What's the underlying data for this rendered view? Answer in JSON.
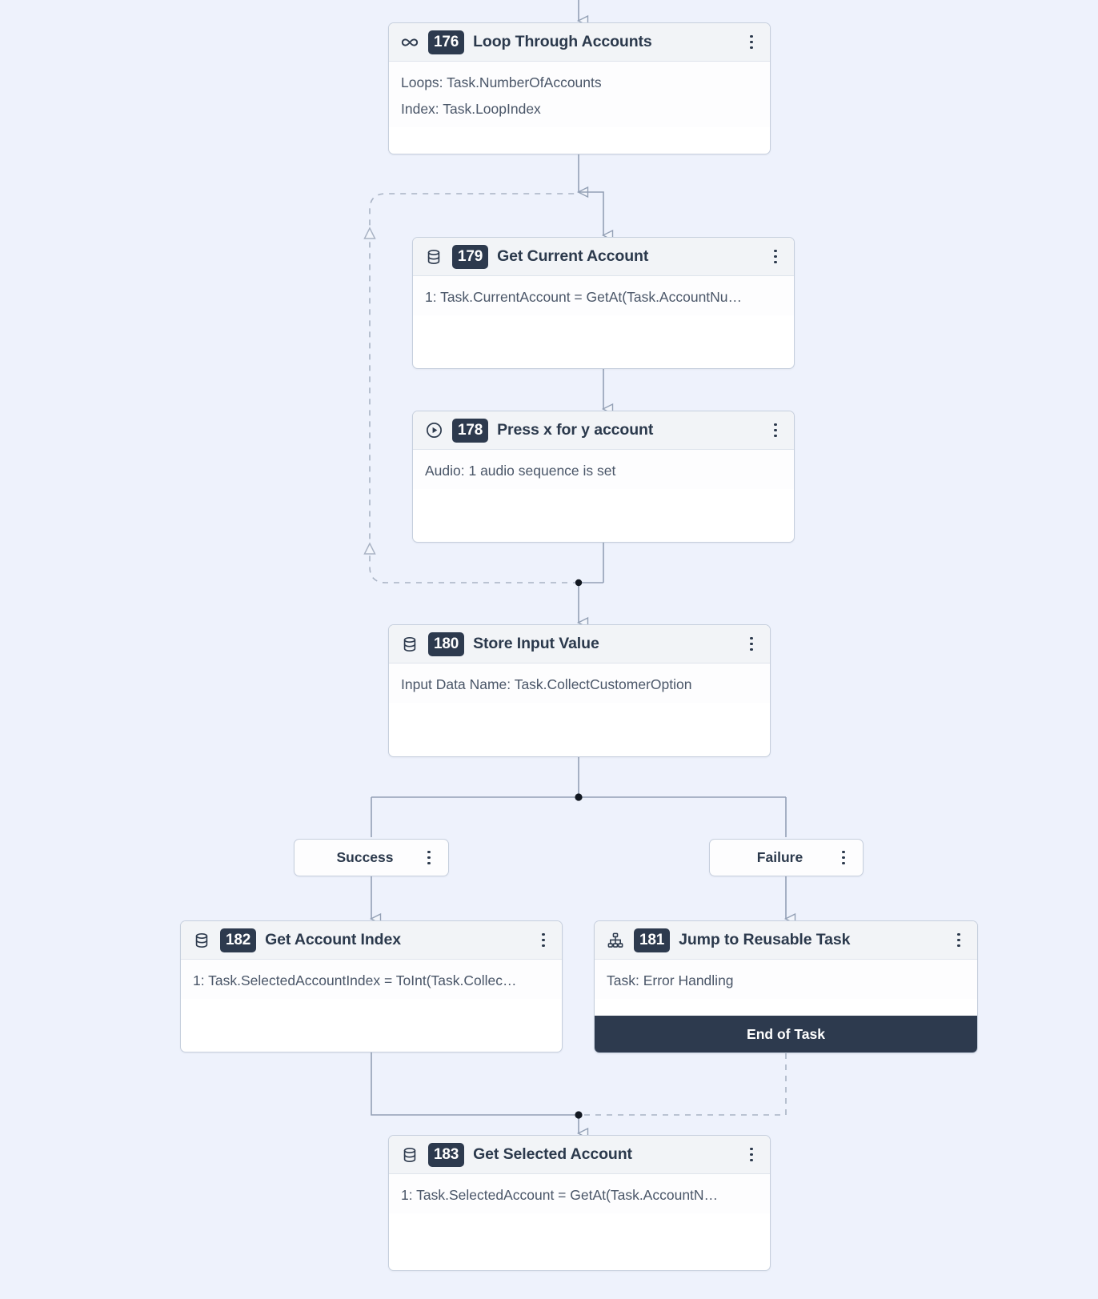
{
  "canvas": {
    "background_color": "#eef2fc",
    "edge_color": "#93a0b5",
    "accent_dark": "#2d3a4e"
  },
  "nodes": [
    {
      "id": "176",
      "icon": "infinity-icon",
      "title": "Loop Through Accounts",
      "lines": [
        "Loops: Task.NumberOfAccounts",
        "Index: Task.LoopIndex"
      ]
    },
    {
      "id": "179",
      "icon": "database-icon",
      "title": "Get Current Account",
      "lines": [
        "1: Task.CurrentAccount = GetAt(Task.AccountNu…"
      ]
    },
    {
      "id": "178",
      "icon": "play-circle-icon",
      "title": "Press x for y account",
      "lines": [
        "Audio: 1 audio sequence is set"
      ]
    },
    {
      "id": "180",
      "icon": "database-icon",
      "title": "Store Input Value",
      "lines": [
        "Input Data Name: Task.CollectCustomerOption"
      ]
    },
    {
      "id": "182",
      "icon": "database-icon",
      "title": "Get Account Index",
      "lines": [
        "1: Task.SelectedAccountIndex = ToInt(Task.Collec…"
      ]
    },
    {
      "id": "181",
      "icon": "sitemap-icon",
      "title": "Jump to Reusable Task",
      "lines": [
        "Task: Error Handling"
      ],
      "footer": "End of Task"
    },
    {
      "id": "183",
      "icon": "database-icon",
      "title": "Get Selected Account",
      "lines": [
        "1: Task.SelectedAccount = GetAt(Task.AccountN…"
      ]
    }
  ],
  "branches": {
    "success_label": "Success",
    "failure_label": "Failure"
  }
}
